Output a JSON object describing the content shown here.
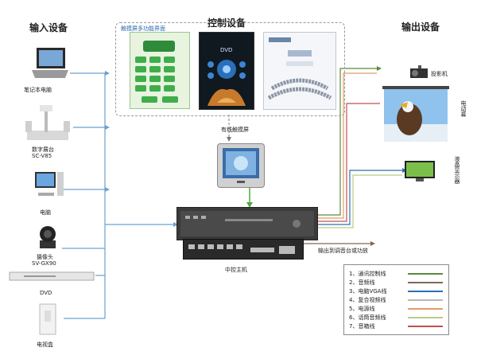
{
  "headings": {
    "input": "输入设备",
    "control": "控制设备",
    "output": "输出设备"
  },
  "panel_label": "触摸屏多功能界面",
  "touch_screen_label": "有线触摸屏",
  "input_devices": [
    {
      "name": "laptop",
      "label": "笔记本电脑"
    },
    {
      "name": "doc-camera",
      "label": "数字展台",
      "label2": "SC-V85"
    },
    {
      "name": "pc",
      "label": "电脑"
    },
    {
      "name": "ptz-camera",
      "label": "摄像头",
      "label2": "SV-GX90"
    },
    {
      "name": "dvd",
      "label": "DVD"
    },
    {
      "name": "tv-box",
      "label": "电视盒"
    }
  ],
  "output_devices": {
    "projector": "投影机",
    "screen": "电动幕",
    "lcd": "液晶显示器"
  },
  "central_host_label": "中控主机",
  "audio_output_label": "输出到调音台或功放",
  "legend": [
    {
      "label": "1、通讯控制线",
      "color": "#5b8a3c"
    },
    {
      "label": "2、音频线",
      "color": "#7d6a55"
    },
    {
      "label": "3、电脑VGA线",
      "color": "#2d6fb3"
    },
    {
      "label": "4、复合视频线",
      "color": "#b8b8b8"
    },
    {
      "label": "5、电源线",
      "color": "#e39a6a"
    },
    {
      "label": "6、话筒音频线",
      "color": "#b9c98a"
    },
    {
      "label": "7、音箱线",
      "color": "#c05050"
    }
  ]
}
